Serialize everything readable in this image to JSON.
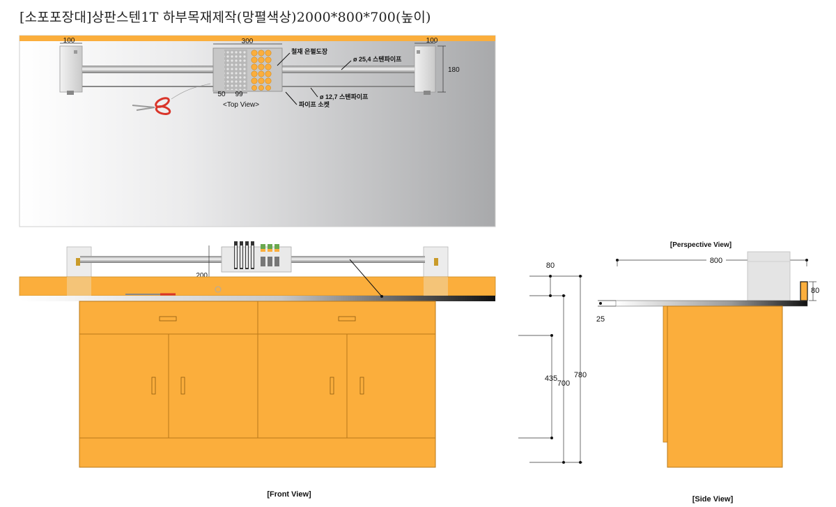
{
  "title": "[소포포장대]상판스텐1T 하부목재제작(망펼색상)2000*800*700(높이)",
  "colors": {
    "orange": "#FBAE3C",
    "orange_edge": "#b9781a",
    "steel": "#cfcfcf",
    "bg_grad_dark": "#a8a9ab",
    "ink": "#111111"
  },
  "top_view": {
    "caption": "<Top View>",
    "dim_300": "300",
    "dim_100_left": "100",
    "dim_100_right": "100",
    "dim_180": "180",
    "dim_50": "50",
    "dim_99": "99",
    "label_paint": "철재 은펄도장",
    "label_pipe_254": "ø 25,4 스텐파이프",
    "label_pipe_127": "ø 12,7 스텐파이프",
    "label_socket": "파이프 소켓"
  },
  "front_view": {
    "caption": "[Front View]",
    "dim_200": "200"
  },
  "side_dims": {
    "dim_80": "80",
    "dim_435": "435",
    "dim_700": "700",
    "dim_780": "780"
  },
  "side_view": {
    "caption": "[Side View]",
    "perspective_caption": "[Perspective View]",
    "dim_800": "800",
    "dim_80": "80",
    "dim_25": "25"
  }
}
